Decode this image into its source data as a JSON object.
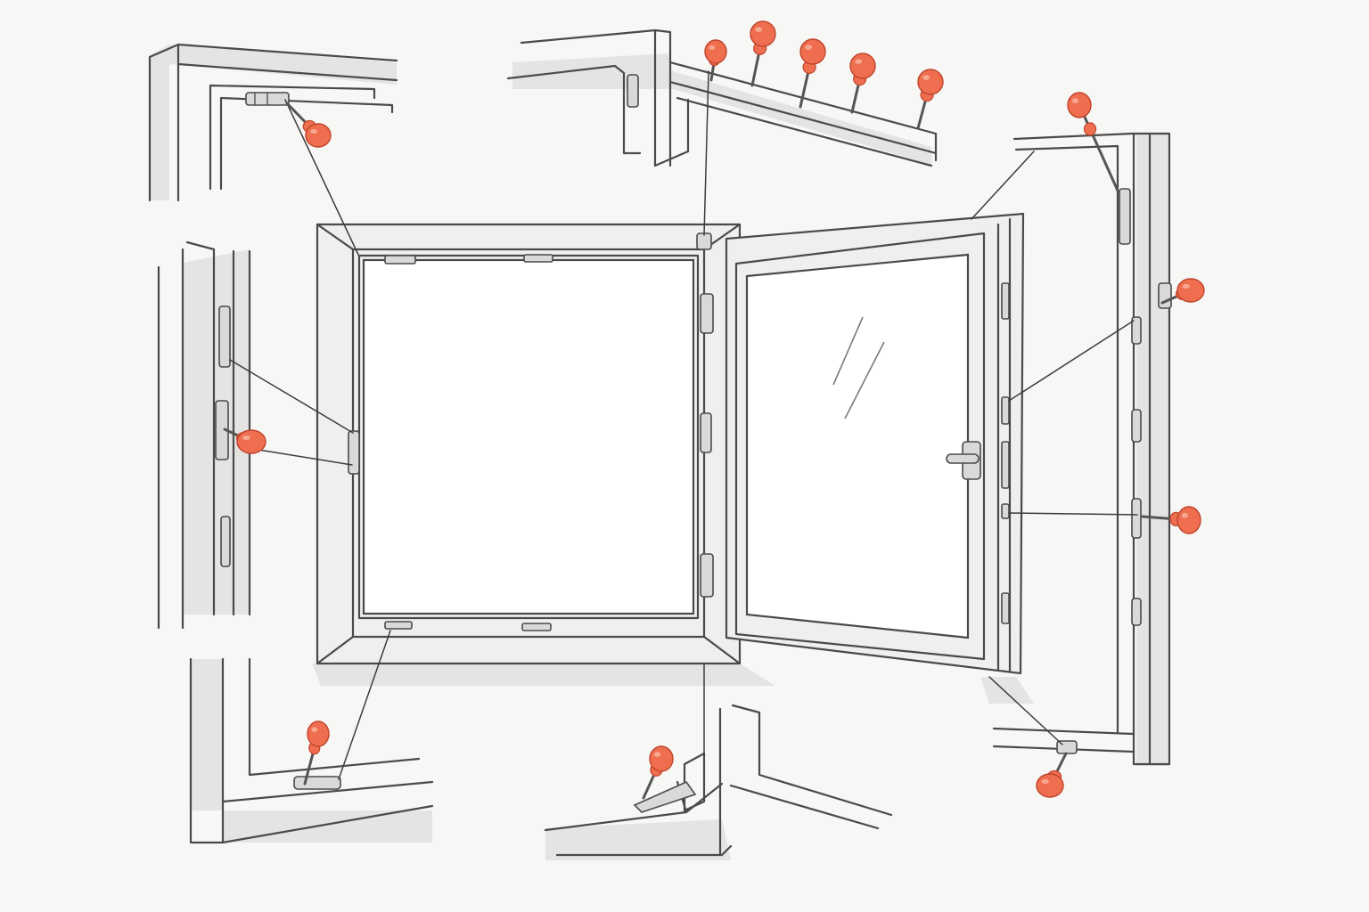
{
  "colors": {
    "background": "#f7f7f6",
    "line": "#4a4a4a",
    "frame_fill": "#efefee",
    "shadow": "#e4e4e3",
    "glass": "#ffffff",
    "pin_fill": "#ee6e4f",
    "pin_stroke": "#c0452b"
  },
  "callout_icon": "push-pin-marker",
  "detail_views": [
    "top-left-corner",
    "top-hinge-rail",
    "left-jamb",
    "right-jamb-open-sash",
    "bottom-left-corner",
    "bottom-center-stay",
    "bottom-right-corner"
  ],
  "main_window": {
    "type": "two-panel casement",
    "right_sash": "open"
  }
}
